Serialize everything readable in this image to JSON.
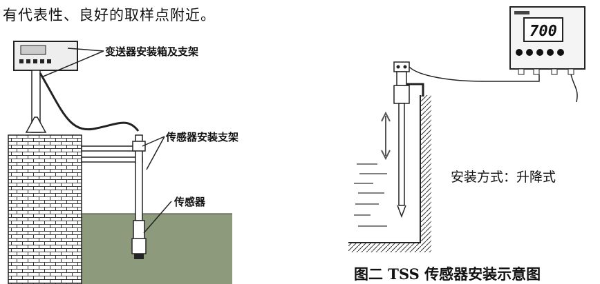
{
  "intro_text": "有代表性、良好的取样点附近。",
  "fig1": {
    "label_transmitter_box": "变送器安装箱及支架",
    "label_sensor_bracket": "传感器安装支架",
    "label_sensor": "传感器"
  },
  "fig2": {
    "display_value": "700",
    "install_mode": "安装方式：升降式",
    "caption": "图二 TSS 传感器安装示意图"
  }
}
